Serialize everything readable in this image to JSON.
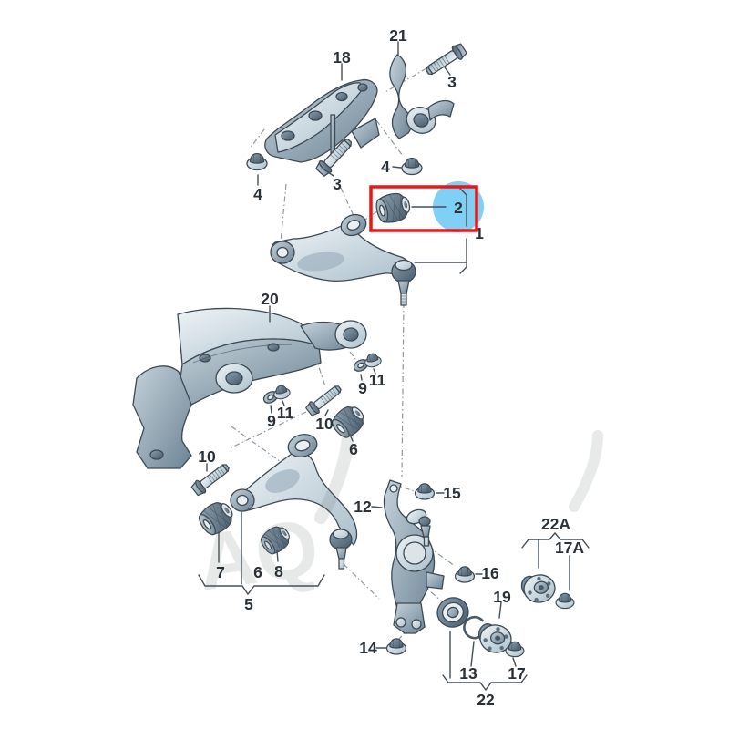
{
  "figure": {
    "background": "#ffffff",
    "kind": "exploded-parts-diagram"
  },
  "highlight": {
    "highlighted_part": "2",
    "box_color": "#f11414",
    "circle_color": "#7fd0f4"
  },
  "watermark": {
    "text": "AQ"
  },
  "callouts": [
    {
      "text": "18"
    },
    {
      "text": "21"
    },
    {
      "text": "3"
    },
    {
      "text": "4"
    },
    {
      "text": "3"
    },
    {
      "text": "4"
    },
    {
      "text": "2"
    },
    {
      "text": "1"
    },
    {
      "text": "20"
    },
    {
      "text": "11"
    },
    {
      "text": "9"
    },
    {
      "text": "10"
    },
    {
      "text": "6"
    },
    {
      "text": "9"
    },
    {
      "text": "11"
    },
    {
      "text": "10"
    },
    {
      "text": "7"
    },
    {
      "text": "6"
    },
    {
      "text": "8"
    },
    {
      "text": "5"
    },
    {
      "text": "12"
    },
    {
      "text": "15"
    },
    {
      "text": "16"
    },
    {
      "text": "14"
    },
    {
      "text": "19"
    },
    {
      "text": "13"
    },
    {
      "text": "17"
    },
    {
      "text": "22"
    },
    {
      "text": "22A"
    },
    {
      "text": "17A"
    }
  ]
}
